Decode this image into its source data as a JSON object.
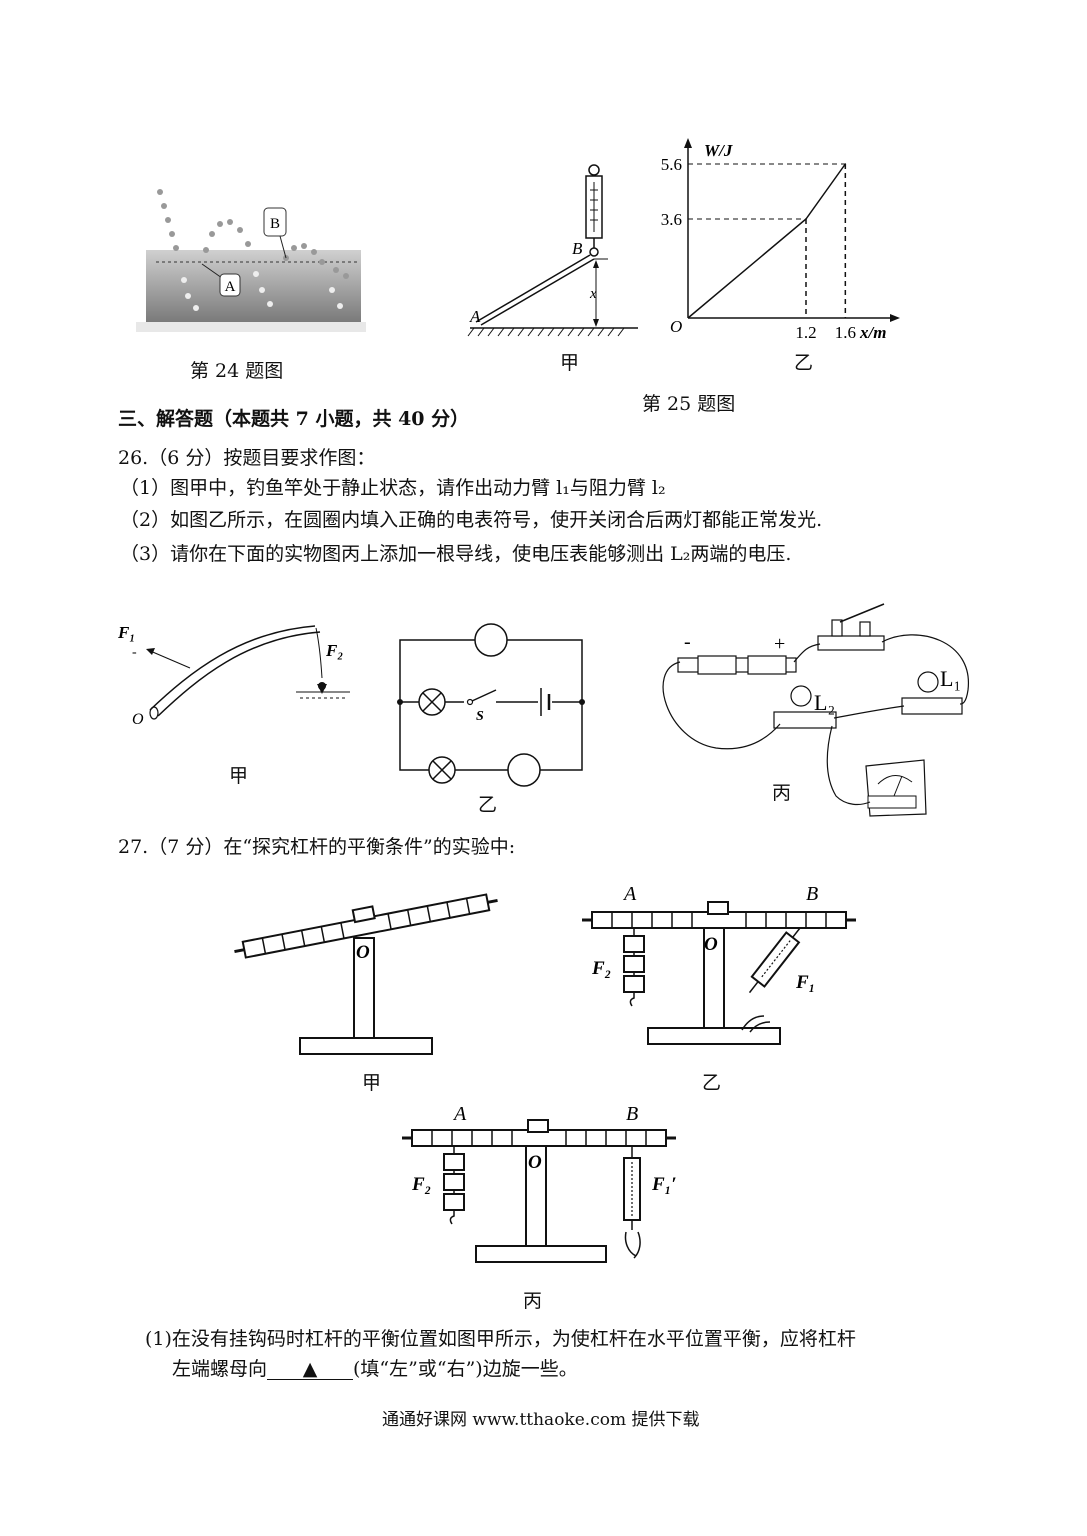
{
  "fig24": {
    "caption": "第 24 题图",
    "label_a": "A",
    "label_b": "B"
  },
  "fig25": {
    "caption": "第 25 题图",
    "jia": {
      "caption": "甲",
      "label_a": "A",
      "label_b": "B",
      "label_x": "x"
    },
    "yi": {
      "caption": "乙",
      "ylabel": "W/J",
      "xlabel": "x/m",
      "origin": "O",
      "ytick1": "3.6",
      "ytick2": "5.6",
      "xtick1": "1.2",
      "xtick2": "1.6"
    }
  },
  "chart_data": {
    "type": "line",
    "xlabel": "x/m",
    "ylabel": "W/J",
    "x": [
      0,
      1.2,
      1.6
    ],
    "y": [
      0,
      3.6,
      5.6
    ],
    "xticks": [
      1.2,
      1.6
    ],
    "yticks": [
      3.6,
      5.6
    ],
    "grid": false
  },
  "section3": {
    "title": "三、解答题（本题共 7 小题，共 40 分）"
  },
  "q26": {
    "stem": "26.（6 分）按题目要求作图：",
    "p1": "（1）图甲中，钓鱼竿处于静止状态，请作出动力臂 l₁与阻力臂 l₂",
    "p2": "（2）如图乙所示，在圆圈内填入正确的电表符号，使开关闭合后两灯都能正常发光.",
    "p3": "（3）请你在下面的实物图丙上添加一根导线，使电压表能够测出 L₂两端的电压.",
    "fig_jia": {
      "caption": "甲",
      "f1": "F₁",
      "f2": "F₂",
      "o": "O"
    },
    "fig_yi": {
      "caption": "乙",
      "switch": "S"
    },
    "fig_bing": {
      "caption": "丙",
      "minus": "-",
      "plus": "+",
      "l1": "L₁",
      "l2": "L₂"
    }
  },
  "q27": {
    "stem": "27.（7 分）在“探究杠杆的平衡条件”的实验中:",
    "fig_jia": {
      "caption": "甲",
      "o": "O"
    },
    "fig_yi": {
      "caption": "乙",
      "a": "A",
      "b": "B",
      "o": "O",
      "f2": "F₂",
      "f1": "F₁"
    },
    "fig_bing": {
      "caption": "丙",
      "a": "A",
      "b": "B",
      "o": "O",
      "f2": "F₂",
      "f1": "F₁′"
    },
    "p1_line1": "(1)在没有挂钩码时杠杆的平衡位置如图甲所示，为使杠杆在水平位置平衡，应将杠杆",
    "p1_line2_before": "左端螺母向",
    "p1_blank": "▲",
    "p1_line2_after": "(填“左”或“右”)边旋一些。"
  },
  "footer": {
    "text": "通通好课网 www.tthaoke.com 提供下载"
  }
}
